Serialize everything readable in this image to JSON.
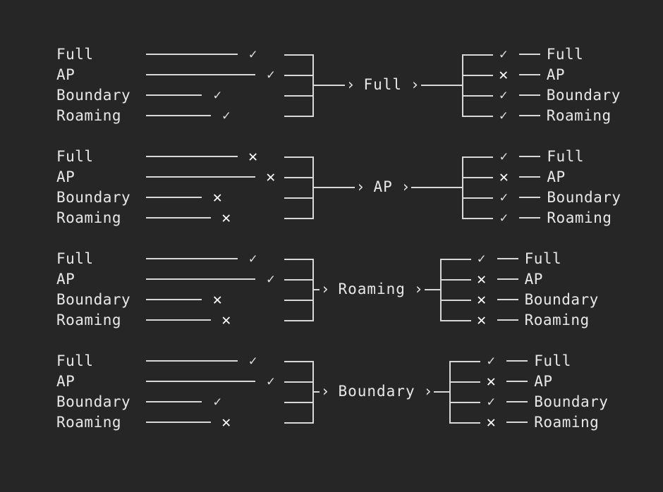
{
  "theme": {
    "background": "#262626",
    "foreground": "#e8e8e8",
    "line": "#d8d8d8",
    "mark_yes": "#e0e0e0",
    "mark_no": "#ffffff"
  },
  "glyphs": {
    "yes": "✓",
    "no": "✕",
    "chevron": "›"
  },
  "inputs": [
    "Full",
    "AP",
    "Boundary",
    "Roaming"
  ],
  "groups": [
    {
      "state": "Full",
      "left": {
        "labels": [
          "Full",
          "AP",
          "Boundary",
          "Roaming"
        ],
        "marks": [
          "yes",
          "yes",
          "yes",
          "yes"
        ]
      },
      "right": {
        "labels": [
          "Full",
          "AP",
          "Boundary",
          "Roaming"
        ],
        "marks": [
          "yes",
          "no",
          "yes",
          "yes"
        ]
      }
    },
    {
      "state": "AP",
      "left": {
        "labels": [
          "Full",
          "AP",
          "Boundary",
          "Roaming"
        ],
        "marks": [
          "no",
          "no",
          "no",
          "no"
        ]
      },
      "right": {
        "labels": [
          "Full",
          "AP",
          "Boundary",
          "Roaming"
        ],
        "marks": [
          "yes",
          "no",
          "yes",
          "yes"
        ]
      }
    },
    {
      "state": "Roaming",
      "left": {
        "labels": [
          "Full",
          "AP",
          "Boundary",
          "Roaming"
        ],
        "marks": [
          "yes",
          "yes",
          "no",
          "no"
        ]
      },
      "right": {
        "labels": [
          "Full",
          "AP",
          "Boundary",
          "Roaming"
        ],
        "marks": [
          "yes",
          "no",
          "no",
          "no"
        ]
      }
    },
    {
      "state": "Boundary",
      "left": {
        "labels": [
          "Full",
          "AP",
          "Boundary",
          "Roaming"
        ],
        "marks": [
          "yes",
          "yes",
          "yes",
          "no"
        ]
      },
      "right": {
        "labels": [
          "Full",
          "AP",
          "Boundary",
          "Roaming"
        ],
        "marks": [
          "yes",
          "no",
          "yes",
          "no"
        ]
      }
    }
  ]
}
